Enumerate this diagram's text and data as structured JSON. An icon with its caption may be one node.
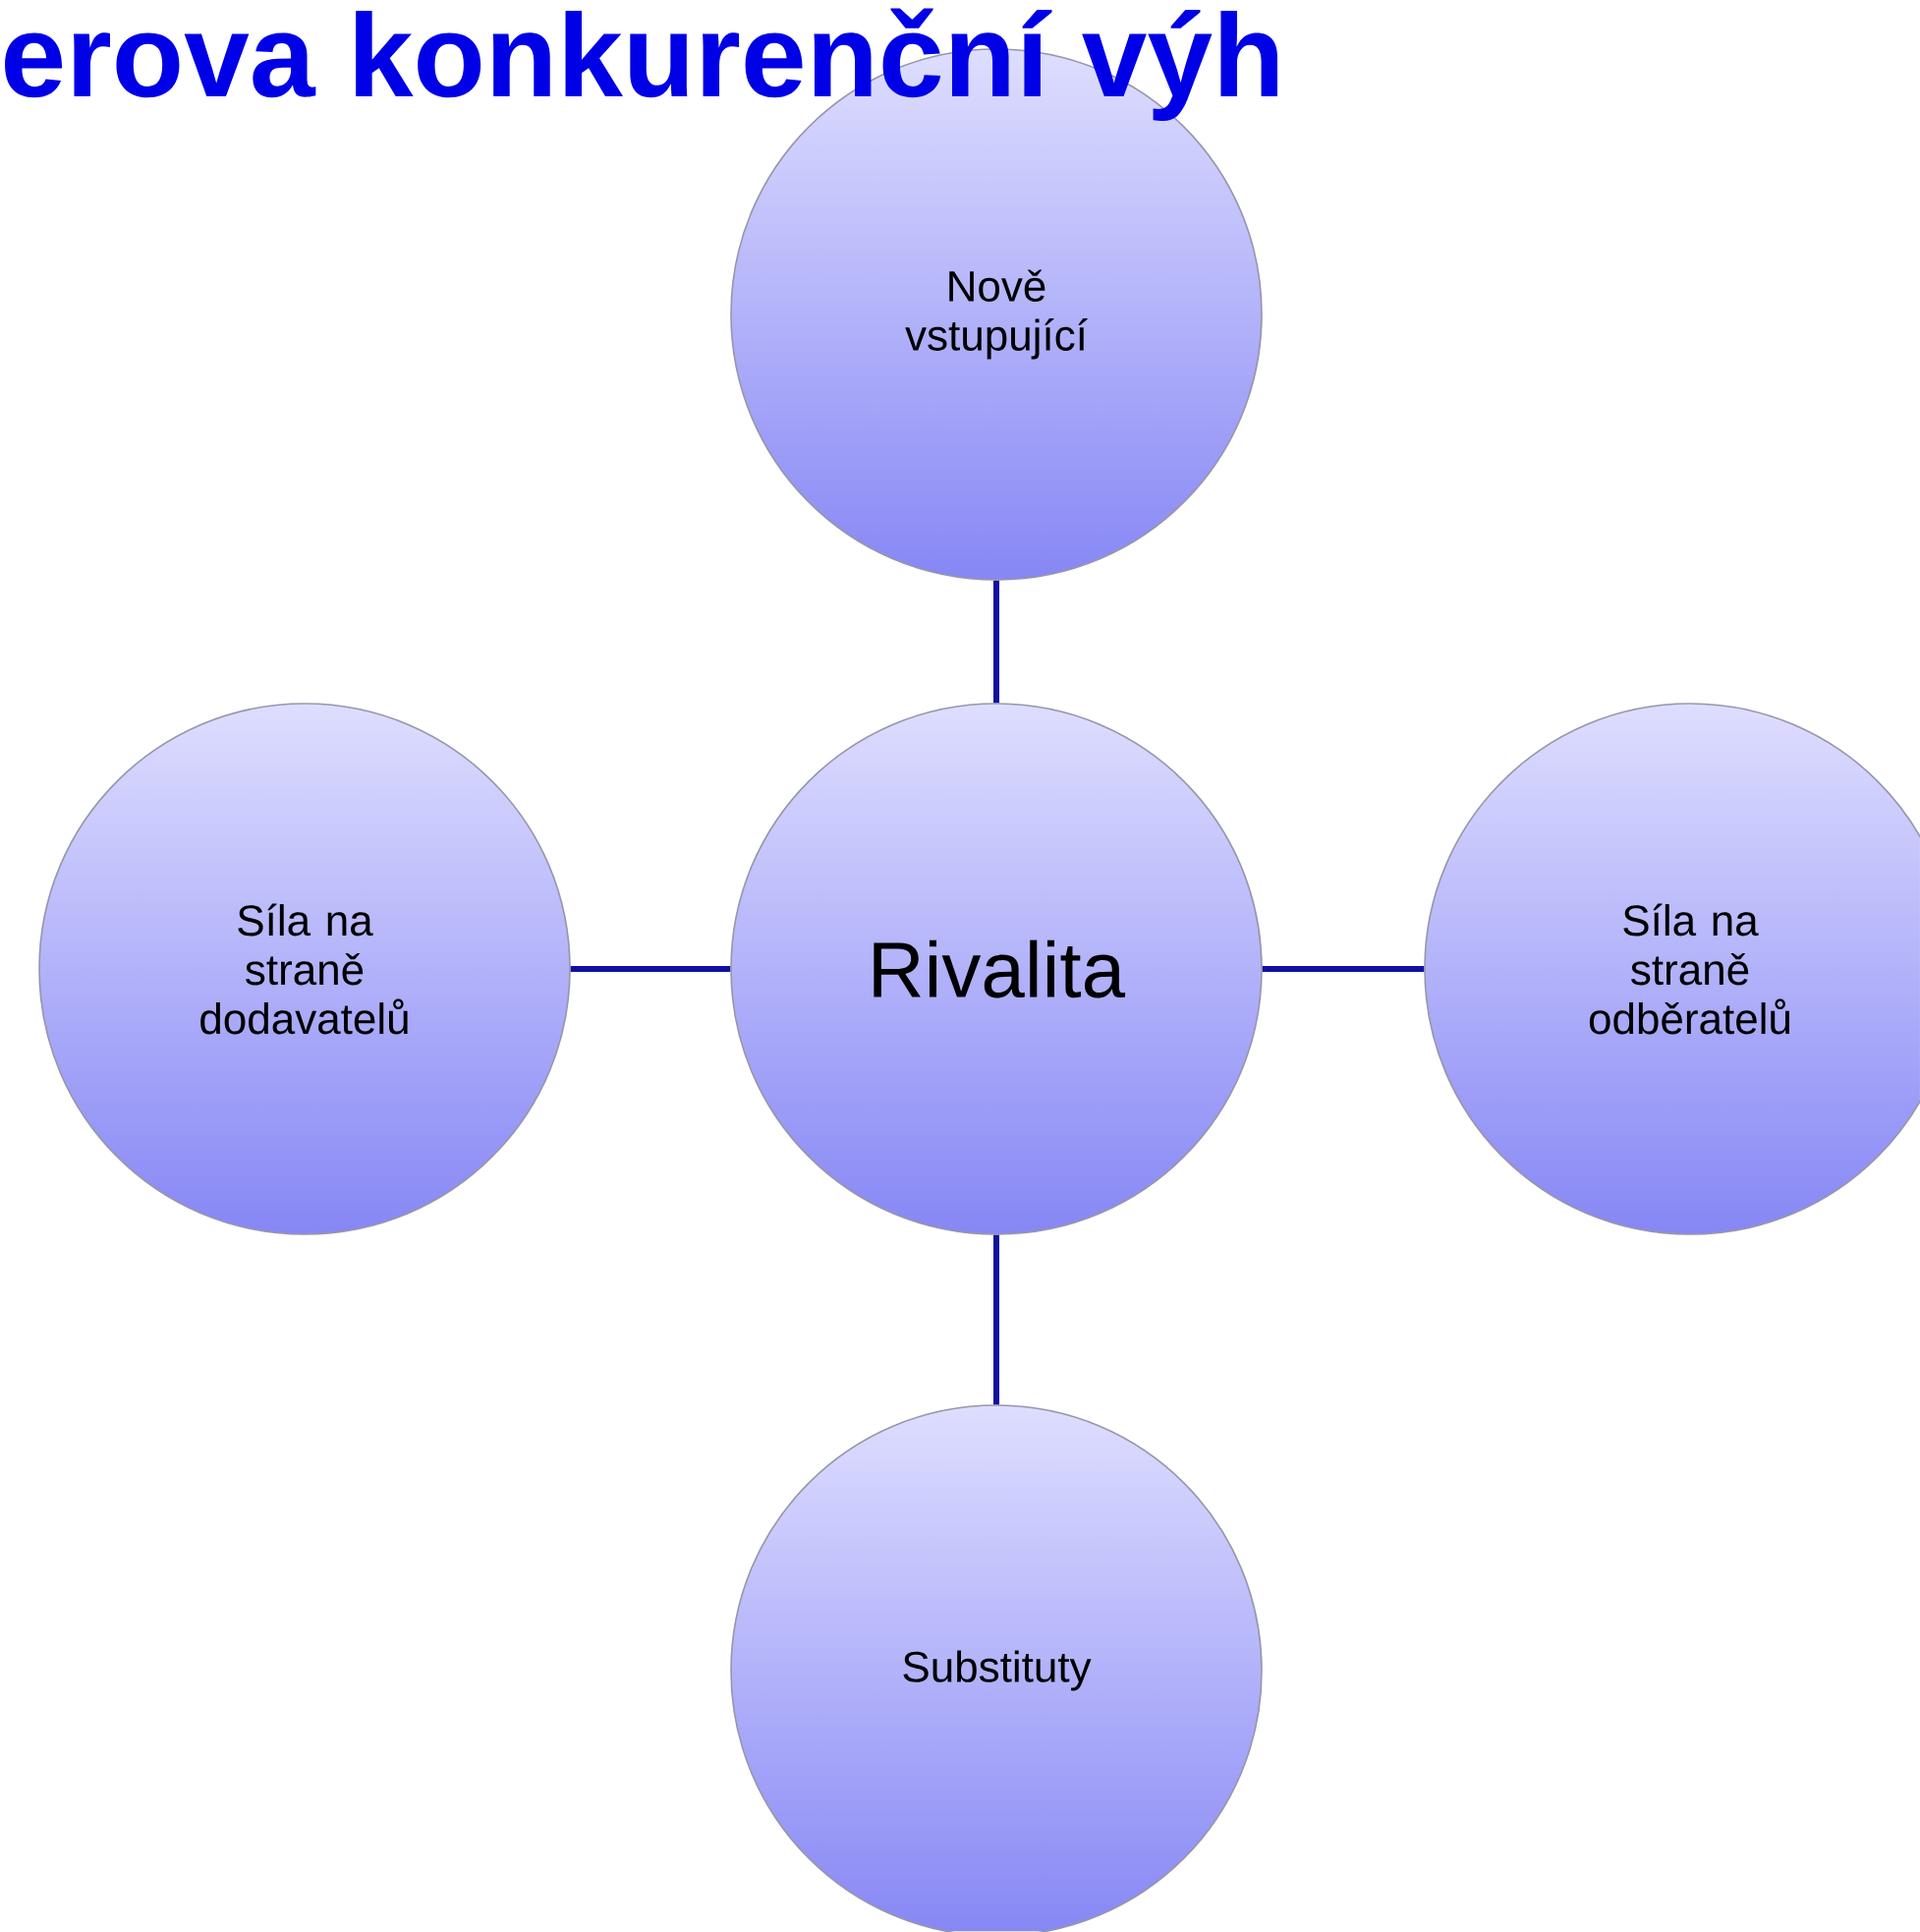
{
  "diagram": {
    "title": "erova konkurenční výh",
    "nodes": [
      {
        "text": [
          "Nově vstupující"
        ]
      },
      {
        "text": [
          "Síla na straně dodavatelů"
        ]
      },
      {
        "text": [
          "Rivalita"
        ]
      },
      {
        "text": [
          "Síla na straně odběratelů"
        ]
      },
      {
        "text": [
          "Substituty"
        ]
      }
    ],
    "edges": [
      {
        "from": 2,
        "to": 0,
        "arrow": "none"
      },
      {
        "from": 2,
        "to": 1,
        "arrow": "none"
      },
      {
        "from": 2,
        "to": 3,
        "arrow": "none"
      },
      {
        "from": 2,
        "to": 4,
        "arrow": "none"
      }
    ]
  }
}
